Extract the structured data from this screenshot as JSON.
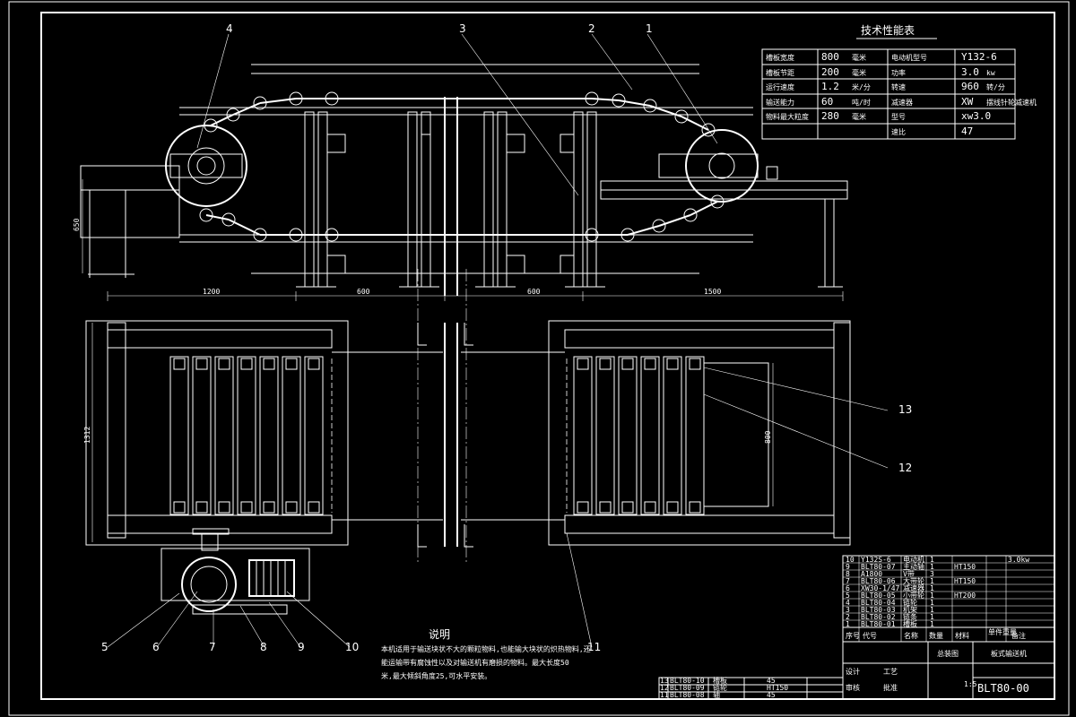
{
  "balloons": [
    "1",
    "2",
    "3",
    "4",
    "5",
    "6",
    "7",
    "8",
    "9",
    "10",
    "11",
    "12",
    "13"
  ],
  "dimensions": {
    "height_650": "650",
    "len_1200": "1200",
    "len_600a": "600",
    "len_600b": "600",
    "len_1500": "1500",
    "width_1312": "1312",
    "width_800": "800"
  },
  "spec_table": {
    "title": "技术性能表",
    "rows": [
      {
        "k1": "槽板宽度",
        "v1": "800",
        "u1": "毫米",
        "k2": "电动机型号",
        "v2": "Y132-6",
        "u2": ""
      },
      {
        "k1": "槽板节距",
        "v1": "200",
        "u1": "毫米",
        "k2": "功率",
        "v2": "3.0",
        "u2": "kw"
      },
      {
        "k1": "运行速度",
        "v1": "1.2",
        "u1": "米/分",
        "k2": "转速",
        "v2": "960",
        "u2": "转/分"
      },
      {
        "k1": "输送能力",
        "v1": "60",
        "u1": "吨/时",
        "k2": "减速器",
        "v2": "XW",
        "u2": "摆线针轮减速机"
      },
      {
        "k1": "物料最大粒度",
        "v1": "280",
        "u1": "毫米",
        "k2": "型号",
        "v2": "xw3.0",
        "u2": ""
      },
      {
        "k1": "",
        "v1": "",
        "u1": "",
        "k2": "速比",
        "v2": "47",
        "u2": ""
      }
    ]
  },
  "notes": {
    "title": "说明",
    "line1": "本机适用于输送块状不大的颗粒物料,也能输大块状的炽热物料,还",
    "line2": "能运输带有腐蚀性以及对输送机有磨损的物料。最大长度50",
    "line3": "米,最大倾斜角度25,可水平安装。"
  },
  "bom": {
    "rows": [
      {
        "no": "10",
        "code": "Y132S-6",
        "name": "电动机",
        "qty": "1",
        "mat": "",
        "note": "3.0kw"
      },
      {
        "no": "9",
        "code": "BLT80-07",
        "name": "主动轴",
        "qty": "1",
        "mat": "HT150",
        "note": ""
      },
      {
        "no": "8",
        "code": "A1800",
        "name": "V带",
        "qty": "3",
        "mat": "",
        "note": ""
      },
      {
        "no": "7",
        "code": "BLT80-06",
        "name": "大带轮",
        "qty": "1",
        "mat": "HT150",
        "note": ""
      },
      {
        "no": "6",
        "code": "XW30-1/47",
        "name": "减速器",
        "qty": "1",
        "mat": "",
        "note": ""
      },
      {
        "no": "5",
        "code": "BLT80-05",
        "name": "小带轮",
        "qty": "1",
        "mat": "HT200",
        "note": ""
      },
      {
        "no": "4",
        "code": "BLT80-04",
        "name": "链轮",
        "qty": "1",
        "mat": "",
        "note": ""
      },
      {
        "no": "3",
        "code": "BLT80-03",
        "name": "机架",
        "qty": "1",
        "mat": "",
        "note": ""
      },
      {
        "no": "2",
        "code": "BLT80-02",
        "name": "链条",
        "qty": "1",
        "mat": "",
        "note": ""
      },
      {
        "no": "1",
        "code": "BLT80-01",
        "name": "槽板",
        "qty": "1",
        "mat": "",
        "note": ""
      }
    ],
    "header": {
      "no": "序号",
      "code": "代号",
      "name": "名称",
      "qty": "数量",
      "mat": "材料",
      "weight": "单件重量",
      "note": "备注"
    }
  },
  "bom_left": {
    "rows": [
      {
        "no": "13",
        "code": "BLT80-10",
        "name": "槽板",
        "v": "45"
      },
      {
        "no": "12",
        "code": "BLT80-09",
        "name": "链轮",
        "v": "HT150"
      },
      {
        "no": "11",
        "code": "BLT80-08",
        "name": "轴",
        "v": "45"
      }
    ]
  },
  "title_block": {
    "drawing_no": "BLT80-00",
    "title": "板式输送机",
    "assembly": "总装图",
    "scale": "1:5",
    "signoff": [
      "设计",
      "审核",
      "工艺",
      "批准"
    ]
  }
}
